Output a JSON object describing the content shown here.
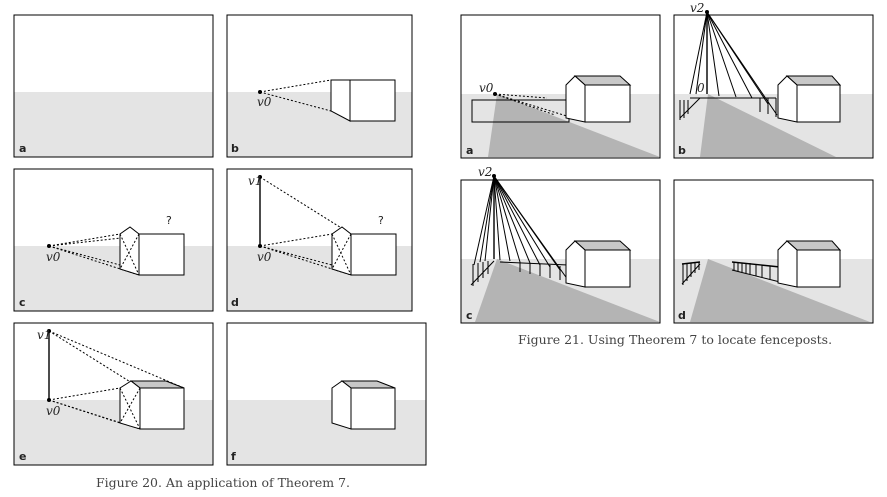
{
  "figure20": {
    "caption": "Figure 20.  An application of Theorem 7.",
    "panels": [
      {
        "label": "a"
      },
      {
        "label": "b",
        "v0": "v0"
      },
      {
        "label": "c",
        "v0": "v0",
        "question": "?"
      },
      {
        "label": "d",
        "v0": "v0",
        "v1": "v1",
        "question": "?"
      },
      {
        "label": "e",
        "v0": "v0",
        "v1": "v1"
      },
      {
        "label": "f"
      }
    ]
  },
  "figure21": {
    "caption": "Figure 21.  Using Theorem 7 to locate fenceposts.",
    "panels": [
      {
        "label": "a",
        "v0": "v0"
      },
      {
        "label": "b",
        "v2": "v2",
        "v0": "0"
      },
      {
        "label": "c",
        "v2": "v2"
      },
      {
        "label": "d"
      }
    ]
  },
  "colors": {
    "ground": "#e4e4e4",
    "sky": "#ffffff",
    "roadShade": "#b4b4b4",
    "roof": "#c8c8c8",
    "stroke": "#000000"
  }
}
